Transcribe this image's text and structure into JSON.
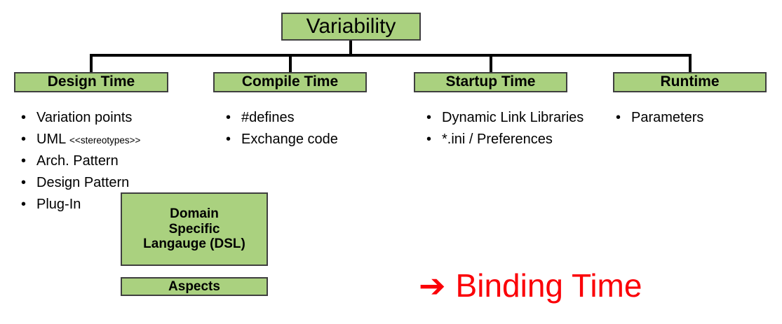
{
  "diagram": {
    "title": "Variability binding time tree",
    "colors": {
      "node_fill": "#aad17f",
      "node_border": "#3f3f3f",
      "connector": "#000000",
      "callout": "#fb0007",
      "background": "#ffffff"
    },
    "root": {
      "label": "Variability"
    },
    "columns": [
      {
        "id": "design-time",
        "label": "Design Time",
        "items": [
          {
            "text": "Variation points"
          },
          {
            "text": "UML",
            "note": "<<stereotypes>>"
          },
          {
            "text": "Arch. Pattern"
          },
          {
            "text": "Design Pattern"
          },
          {
            "text": "Plug-In"
          }
        ]
      },
      {
        "id": "compile-time",
        "label": "Compile Time",
        "items": [
          {
            "text": "#defines"
          },
          {
            "text": "Exchange code"
          }
        ]
      },
      {
        "id": "startup-time",
        "label": "Startup Time",
        "items": [
          {
            "text": "Dynamic Link Libraries"
          },
          {
            "text": "*.ini / Preferences"
          }
        ]
      },
      {
        "id": "runtime",
        "label": "Runtime",
        "items": [
          {
            "text": "Parameters"
          }
        ]
      }
    ],
    "aux_boxes": [
      {
        "id": "dsl",
        "line1": "Domain",
        "line2": "Specific",
        "line3": "Langauge (DSL)"
      },
      {
        "id": "aspects",
        "label": "Aspects"
      }
    ],
    "callout": {
      "arrow": "➔",
      "arrow_icon_name": "right-arrow-icon",
      "label": "Binding Time"
    },
    "bullet_glyph": "•"
  }
}
